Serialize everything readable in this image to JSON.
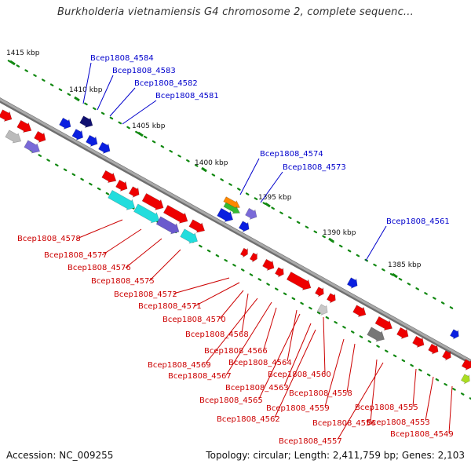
{
  "title": "Burkholderia vietnamiensis G4 chromosome 2, complete sequenc...",
  "footer": {
    "accession": "Accession: NC_009255",
    "summary": "Topology: circular; Length: 2,411,759 bp; Genes: 2,103"
  },
  "colors": {
    "forward": "#0000ee",
    "reverse": "#ee0000",
    "backbone": "#888888",
    "ticks": "#118811",
    "forward_label": "#0000cc",
    "reverse_label": "#cc0000"
  },
  "kbp_labels": [
    "1415 kbp",
    "1410 kbp",
    "1405 kbp",
    "1400 kbp",
    "1395 kbp",
    "1390 kbp",
    "1385 kbp"
  ],
  "forward_labels": [
    "Bcep1808_4584",
    "Bcep1808_4583",
    "Bcep1808_4582",
    "Bcep1808_4581",
    "Bcep1808_4574",
    "Bcep1808_4573",
    "Bcep1808_4561"
  ],
  "reverse_labels": [
    "Bcep1808_4578",
    "Bcep1808_4577",
    "Bcep1808_4576",
    "Bcep1808_4575",
    "Bcep1808_4572",
    "Bcep1808_4571",
    "Bcep1808_4570",
    "Bcep1808_4568",
    "Bcep1808_4566",
    "Bcep1808_4569",
    "Bcep1808_4564",
    "Bcep1808_4567",
    "Bcep1808_4560",
    "Bcep1808_4563",
    "Bcep1808_4565",
    "Bcep1808_4558",
    "Bcep1808_4559",
    "Bcep1808_4562",
    "Bcep1808_4556",
    "Bcep1808_4555",
    "Bcep1808_4553",
    "Bcep1808_4557",
    "Bcep1808_4549"
  ]
}
